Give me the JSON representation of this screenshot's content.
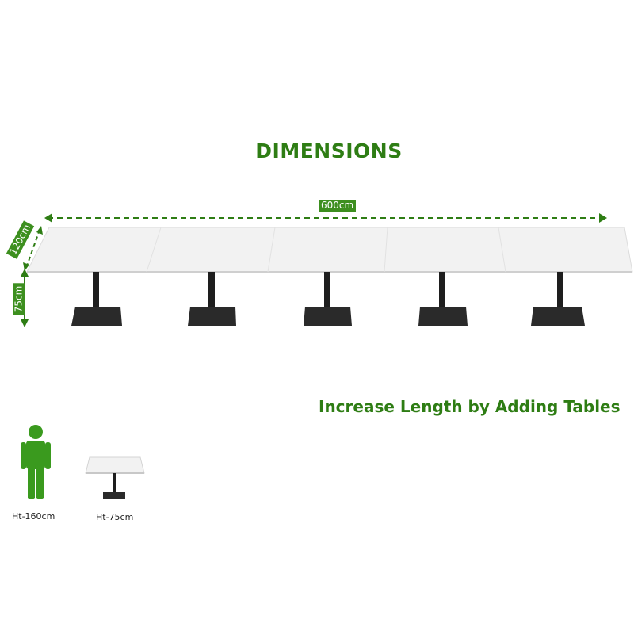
{
  "heading": "DIMENSIONS",
  "dimensions": {
    "length": "600cm",
    "depth": "120cm",
    "height": "75cm"
  },
  "tagline": "Increase Length by Adding Tables",
  "comparison": {
    "person_label": "Ht-160cm",
    "table_label": "Ht-75cm"
  },
  "table_sections": 5,
  "colors": {
    "accent": "#2e7d14",
    "badge": "#3d8f1f",
    "person": "#3a9a1e",
    "tabletop": "#f2f2f2",
    "base": "#2a2a2a"
  }
}
